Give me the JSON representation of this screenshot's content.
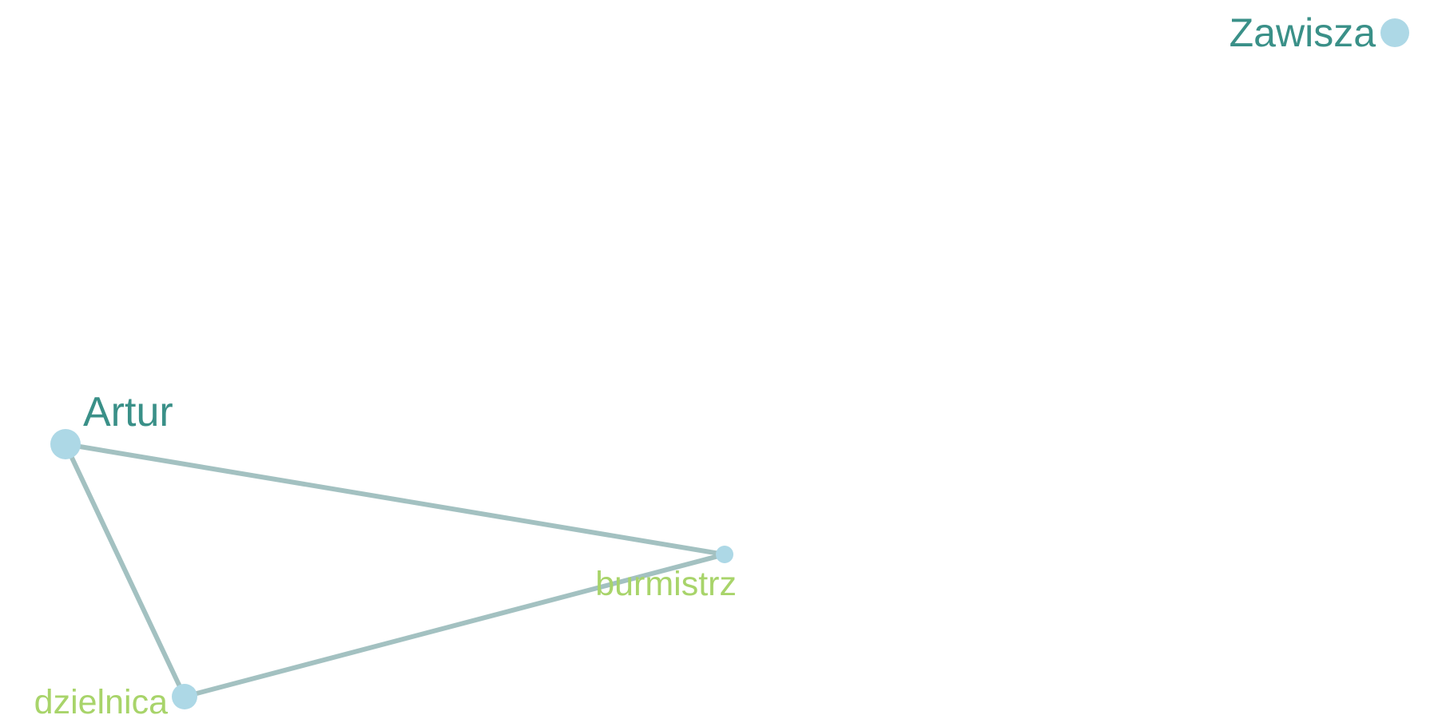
{
  "diagram": {
    "type": "network-graph",
    "colors": {
      "edge": "#a3c1c1",
      "node": "#add8e6",
      "label_primary": "#3a9088",
      "label_secondary": "#a8d46a"
    },
    "nodes": [
      {
        "id": "zawisza",
        "label": "Zawisza",
        "color": "#3a9088"
      },
      {
        "id": "artur",
        "label": "Artur",
        "color": "#3a9088"
      },
      {
        "id": "burmistrz",
        "label": "burmistrz",
        "color": "#a8d46a"
      },
      {
        "id": "dzielnica",
        "label": "dzielnica",
        "color": "#a8d46a"
      }
    ],
    "edges": [
      {
        "source": "artur",
        "target": "burmistrz"
      },
      {
        "source": "artur",
        "target": "dzielnica"
      },
      {
        "source": "dzielnica",
        "target": "burmistrz"
      }
    ]
  }
}
